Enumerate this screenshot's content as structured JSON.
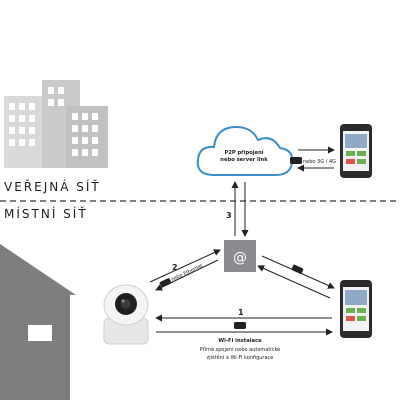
{
  "zones": {
    "public": "VEŘEJNÁ SÍŤ",
    "local": "MÍSTNÍ SÍŤ"
  },
  "cloud": {
    "line1": "P2P připojení",
    "line2": "nebo server link"
  },
  "router": {
    "symbol": "@"
  },
  "links": {
    "remote_phone": "nebo 3G / 4G",
    "camera_router": "nebo Ethernet",
    "wifi_badge": "Wi-Fi"
  },
  "steps": {
    "one": "1",
    "two": "2",
    "three": "3"
  },
  "install": {
    "title": "Wi-Fi instalace",
    "line1": "Přímé spojení nebo automatické",
    "line2": "zjištění a Wi-Fi konfigurace"
  },
  "colors": {
    "building": "#d8d9db",
    "building_window": "#ffffff",
    "house": "#7d7e80",
    "cloud_stroke": "#3a8fc8",
    "router_fill": "#8a8c8f",
    "arrow": "#222222",
    "divider": "#555555"
  }
}
